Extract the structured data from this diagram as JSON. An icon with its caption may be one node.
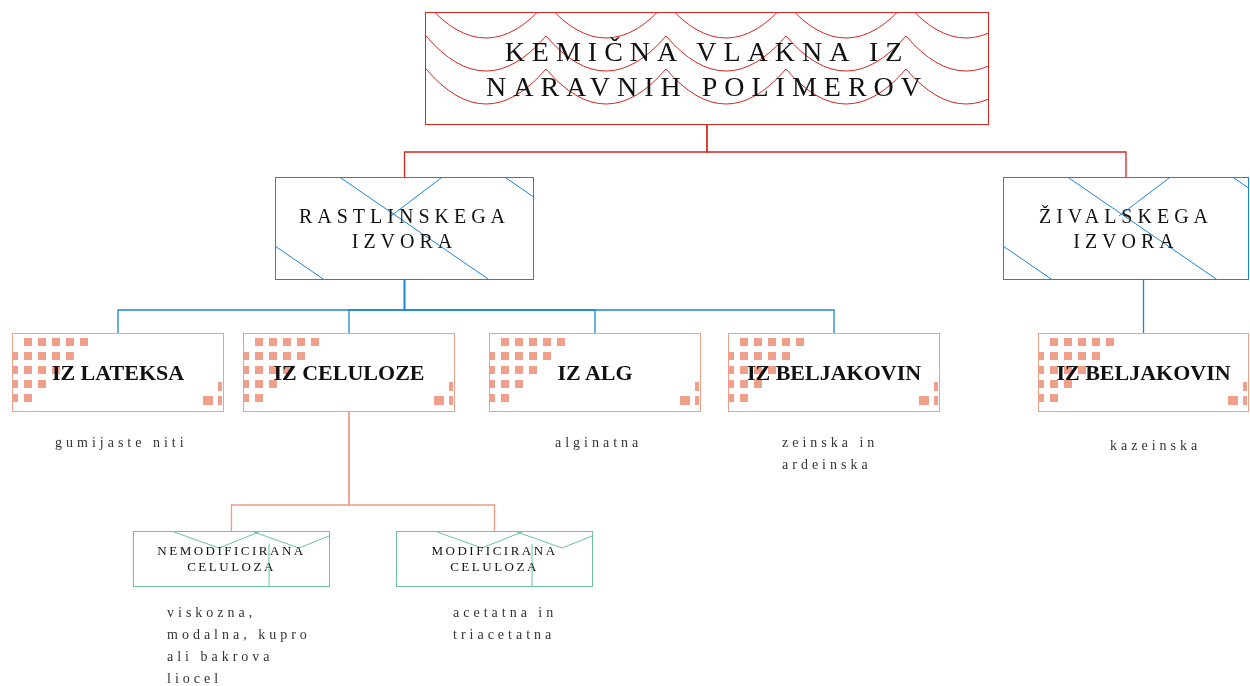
{
  "diagram": {
    "nodes": [
      {
        "text": [
          "KEMIČNA VLAKNA IZ NARAVNIH POLIMEROV"
        ]
      },
      {
        "text": [
          "RASTLINSKEGA IZVORA"
        ]
      },
      {
        "text": [
          "ŽIVALSKEGA IZVORA"
        ]
      },
      {
        "text": [
          "IZ LATEKSA"
        ],
        "beside": [
          "gumijaste niti"
        ]
      },
      {
        "text": [
          "IZ CELULOZE"
        ]
      },
      {
        "text": [
          "IZ ALG"
        ],
        "beside": [
          "alginatna"
        ]
      },
      {
        "text": [
          "IZ BELJAKOVIN"
        ],
        "beside": [
          "zeinska in ardeinska"
        ]
      },
      {
        "text": [
          "IZ BELJAKOVIN"
        ],
        "beside": [
          "kazeinska"
        ]
      },
      {
        "text": [
          "NEMODIFICIRANA CELULOZA"
        ],
        "beside": [
          "viskozna, modalna, kupro ali bakrova liocel"
        ]
      },
      {
        "text": [
          "MODIFICIRANA CELULOZA"
        ],
        "beside": [
          "acetatna in triacetatna"
        ]
      }
    ],
    "edges": [
      {
        "from": 0,
        "to": 1,
        "arrow": "none",
        "color": "#d7261e"
      },
      {
        "from": 0,
        "to": 2,
        "arrow": "none",
        "color": "#d7261e"
      },
      {
        "from": 1,
        "to": 3,
        "arrow": "none"
      },
      {
        "from": 1,
        "to": 4,
        "arrow": "none"
      },
      {
        "from": 1,
        "to": 5,
        "arrow": "none"
      },
      {
        "from": 1,
        "to": 6,
        "arrow": "none"
      },
      {
        "from": 2,
        "to": 7,
        "arrow": "none"
      },
      {
        "from": 4,
        "to": 8,
        "arrow": "none",
        "color": "#f09a85"
      },
      {
        "from": 4,
        "to": 9,
        "arrow": "none",
        "color": "#f09a85"
      }
    ]
  }
}
